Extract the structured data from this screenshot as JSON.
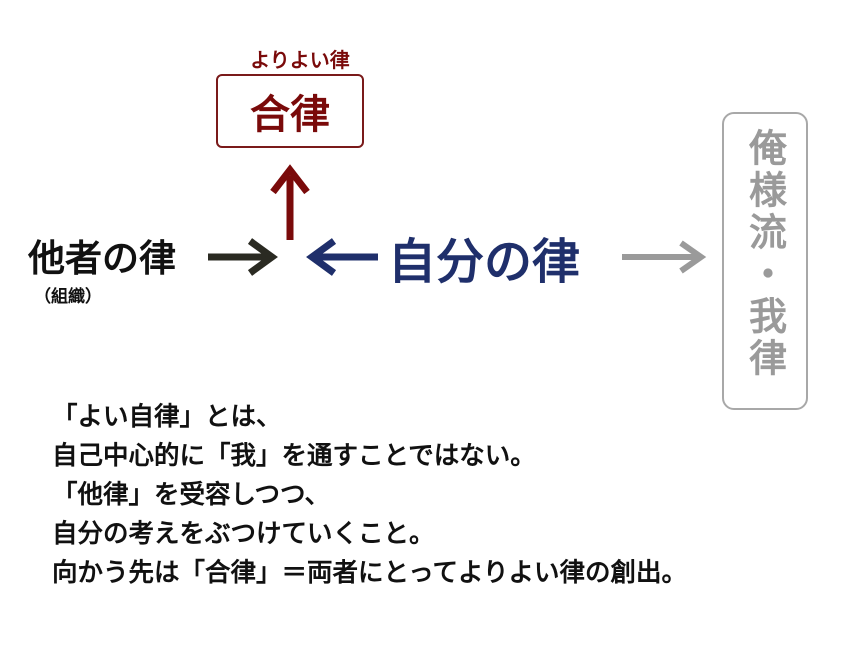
{
  "diagram": {
    "caption_top": "よりよい律",
    "gouritsu": "合律",
    "tarisu": "他者の律",
    "tarisu_sub": "（組織）",
    "jibun": "自分の律",
    "oresama": "俺様流・我律",
    "colors": {
      "gouritsu": "#7a0a0a",
      "tarisu": "#222222",
      "jibun": "#1f2f6b",
      "oresama": "#9a9a9a"
    }
  },
  "body": {
    "lines": [
      "「よい自律」とは、",
      "自己中心的に「我」を通すことではない。",
      "「他律」を受容しつつ、",
      "自分の考えをぶつけていくこと。",
      "向かう先は「合律」＝両者にとってよりよい律の創出。"
    ]
  }
}
